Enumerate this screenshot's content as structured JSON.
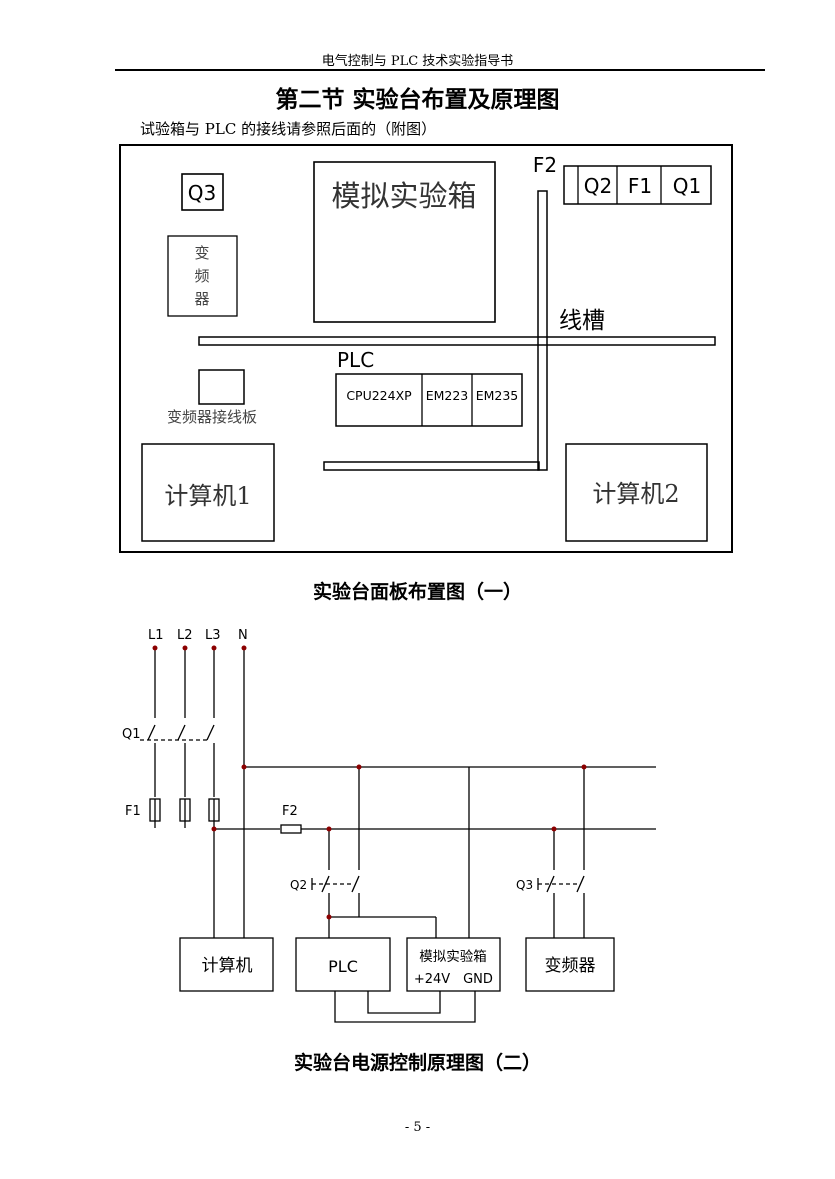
{
  "header": {
    "title": "电气控制与 PLC 技术实验指导书"
  },
  "section": {
    "title": "第二节  实验台布置及原理图",
    "intro": "试验箱与 PLC 的接线请参照后面的（附图）"
  },
  "layout_diagram": {
    "caption": "实验台面板布置图（一）",
    "q3": "Q3",
    "inverter": [
      "变",
      "频",
      "器"
    ],
    "sim_box": "模拟实验箱",
    "f2": "F2",
    "q2": "Q2",
    "f1": "F1",
    "q1": "Q1",
    "duct": "线槽",
    "plc": "PLC",
    "modules": [
      "CPU224XP",
      "EM223",
      "EM235"
    ],
    "inverter_board": "变频器接线板",
    "computer1": "计算机1",
    "computer2": "计算机2"
  },
  "schematic": {
    "caption": "实验台电源控制原理图（二）",
    "phases": [
      "L1",
      "L2",
      "L3",
      "N"
    ],
    "q1": "Q1",
    "f1": "F1",
    "f2": "F2",
    "q2": "Q2",
    "q3": "Q3",
    "computer": "计算机",
    "plc": "PLC",
    "sim_box": "模拟实验箱",
    "plus24": "+24V",
    "gnd": "GND",
    "inverter": "变频器"
  },
  "footer": {
    "page": "- 5 -"
  }
}
